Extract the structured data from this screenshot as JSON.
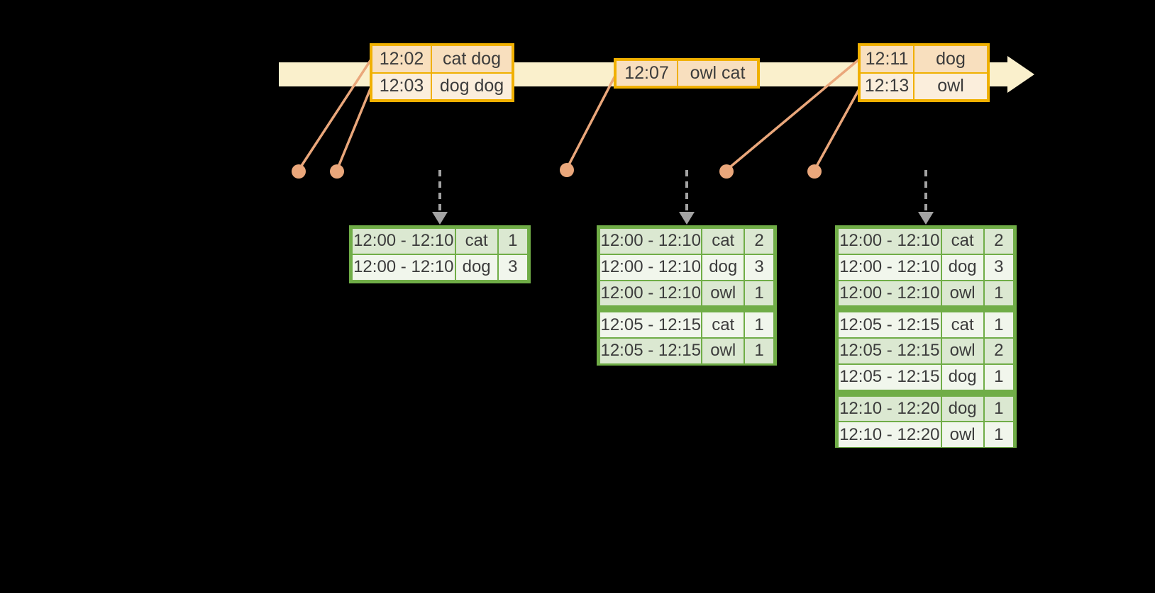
{
  "colors": {
    "background": "#000000",
    "timeline_fill": "#FAF0CC",
    "event_border": "#F0B000",
    "event_row_dark": "#F8DFBE",
    "event_row_light": "#FBEEDC",
    "connector": "#EAA77B",
    "trigger_arrow": "#A3A3A3",
    "result_border": "#70AD47",
    "result_row_dark": "#DBE8D1",
    "result_row_light": "#F1F6EC",
    "text": "#3C3C3C"
  },
  "event_tables": [
    {
      "rows": [
        [
          "12:02",
          "cat dog"
        ],
        [
          "12:03",
          "dog dog"
        ]
      ]
    },
    {
      "rows": [
        [
          "12:07",
          "owl cat"
        ]
      ]
    },
    {
      "rows": [
        [
          "12:11",
          "dog"
        ],
        [
          "12:13",
          "owl"
        ]
      ]
    }
  ],
  "result_tables": [
    {
      "rows": [
        [
          "12:00 - 12:10",
          "cat",
          "1"
        ],
        [
          "12:00 - 12:10",
          "dog",
          "3"
        ]
      ],
      "separators_after": []
    },
    {
      "rows": [
        [
          "12:00 - 12:10",
          "cat",
          "2"
        ],
        [
          "12:00 - 12:10",
          "dog",
          "3"
        ],
        [
          "12:00 - 12:10",
          "owl",
          "1"
        ],
        [
          "12:05 - 12:15",
          "cat",
          "1"
        ],
        [
          "12:05 - 12:15",
          "owl",
          "1"
        ]
      ],
      "separators_after": [
        2
      ]
    },
    {
      "rows": [
        [
          "12:00 - 12:10",
          "cat",
          "2"
        ],
        [
          "12:00 - 12:10",
          "dog",
          "3"
        ],
        [
          "12:00 - 12:10",
          "owl",
          "1"
        ],
        [
          "12:05 - 12:15",
          "cat",
          "1"
        ],
        [
          "12:05 - 12:15",
          "owl",
          "2"
        ],
        [
          "12:05 - 12:15",
          "dog",
          "1"
        ],
        [
          "12:10 - 12:20",
          "dog",
          "1"
        ],
        [
          "12:10 - 12:20",
          "owl",
          "1"
        ]
      ],
      "separators_after": [
        2,
        5
      ]
    }
  ]
}
